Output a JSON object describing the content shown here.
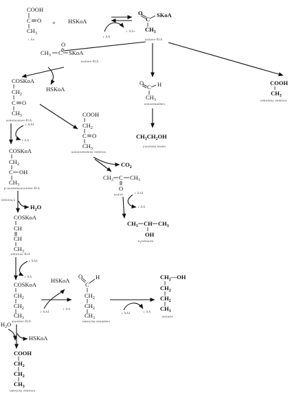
{
  "lines": {
    "pyruvate": [
      "COOH",
      "C",
      "O",
      "CH",
      "3"
    ],
    "pyruvate_caption": "ï Ãë",
    "plus": "+",
    "hskoa": "HSKoA",
    "nad_label": "ï ÀÄ",
    "nad_plus": "+",
    "acetyl_coa_top": [
      "O",
      "C",
      "SKoA",
      "CH",
      "3"
    ],
    "acetyl_coa_caption": "àöåòèë-ÊîÀ",
    "acetyl_coa_mid": [
      "CH",
      "3",
      "C",
      "O",
      "SKoA"
    ],
    "acetyl_coa_mid_caption": "àöåòèë-ÊîÀ",
    "acetoacetyl_coa": [
      "COSKoA",
      "CH",
      "2",
      "C",
      "O",
      "CH",
      "3"
    ],
    "acetoacetyl_coa_caption": "àöåòîàöåòèë-ÊîÀ",
    "hskoa_2": "HSKoA",
    "acetaldehyde": [
      "O",
      "C",
      "H",
      "CH",
      "3"
    ],
    "acetaldehyde_caption": "àöåòàëüäåãèä",
    "acetic_acid": [
      "COOH",
      "CH",
      "3"
    ],
    "acetic_acid_caption": "óêñóñíàÿ êèñëîòà",
    "nadh_1": "ï ÀÄÍ",
    "nad_1": "ï ÀÄ",
    "acetoacetate": [
      "COOH",
      "CH",
      "2",
      "C",
      "O",
      "CH",
      "3"
    ],
    "acetoacetate_caption": "àöåòîóêñóñíàÿ êèñëîòà",
    "ethanol": [
      "CH",
      "3",
      "CH",
      "2",
      "OH"
    ],
    "ethanol_caption": "ýòèëîâûé ñïèðò",
    "co2": [
      "CO",
      "2"
    ],
    "acetone": [
      "CH",
      "3",
      "C",
      "CH",
      "3",
      "O"
    ],
    "acetone_caption": "àöåòîí",
    "nadh_2": "ï ÀÄÍ",
    "nad_2": "ï ÀÄ",
    "hydroxybutyryl_coa": [
      "COSKoA",
      "CH",
      "2",
      "C",
      "OH",
      "CH",
      "3"
    ],
    "hydroxybutyryl_coa_caption": "β-ãèäðîêñèáóòèðèë-ÊîÀ",
    "isopropanol": [
      "CH",
      "3",
      "CH",
      "CH",
      "3",
      "OH"
    ],
    "isopropanol_caption": "èçîïðîïàíîë",
    "water": [
      "H",
      "2",
      "O"
    ],
    "crotonase": "êðîòîíàçà",
    "crotonyl_coa": [
      "COSKoA",
      "CH",
      "CH",
      "CH",
      "3"
    ],
    "crotonyl_coa_caption": "êðîòîíèë-ÊîÀ",
    "nadh_3": "ï ÀÄÍ",
    "nad_3": "ï ÀÄ",
    "butyryl_coa": [
      "COSKoA",
      "CH",
      "2",
      "CH",
      "2",
      "CH",
      "3"
    ],
    "butyryl_coa_caption": "áóòèðèë-ÊîÀ",
    "hskoa_3": "HSKoA",
    "butyraldehyde": [
      "O",
      "C",
      "H",
      "CH",
      "2",
      "CH",
      "2",
      "CH",
      "3"
    ],
    "butyraldehyde_caption": "ìàñëÿíûé àëüäåãèä",
    "nadh_4": "ï ÀÄÍ",
    "nad_4": "ï ÀÄ",
    "butanol": [
      "CH",
      "2",
      "OH",
      "CH",
      "2",
      "CH",
      "2",
      "CH",
      "3"
    ],
    "butanol_caption": "áóòàíîë",
    "nadh_5": "ï ÀÄÍ",
    "nad_5": "ï ÀÄ",
    "water_2": [
      "H",
      "2",
      "O"
    ],
    "hskoa_4": "HSKoA",
    "butyric_acid": [
      "COOH",
      "CH",
      "2",
      "CH",
      "2",
      "CH",
      "3"
    ],
    "butyric_acid_caption": "ìàñëÿíàÿ êèñëîòà"
  }
}
